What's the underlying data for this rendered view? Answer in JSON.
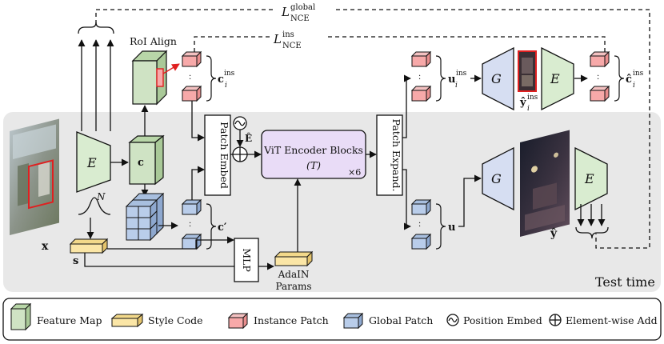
{
  "colors": {
    "feature_map": "#cfe3c4",
    "style_code": "#fbe6a6",
    "instance_patch": "#f7a9a9",
    "global_patch": "#b9cdea",
    "vit_block": "#e9dcf7",
    "generator": "#d6def2",
    "encoder_right": "#d9ecd0",
    "test_time_bg": "#e8e8e8"
  },
  "labels": {
    "loss_global": "L",
    "loss_global_sup": "global",
    "loss_global_sub": "NCE",
    "loss_ins": "L",
    "loss_ins_sup": "ins",
    "loss_ins_sub": "NCE",
    "roi_align": "RoI Align",
    "encoder_symbol": "E",
    "c": "c",
    "c_i_ins": "c",
    "c_i_ins_sub": "i",
    "c_i_ins_sup": "ins",
    "c_prime": "c′",
    "x": "x",
    "s": "s",
    "noise": "N",
    "patch_embed": "Patch Embed",
    "pos_embed_symbol": "Ê",
    "vit_line1": "ViT Encoder Blocks",
    "vit_line2": "(T)",
    "vit_repeat": "×6",
    "mlp": "MLP",
    "adain_line1": "AdaIN",
    "adain_line2": "Params",
    "patch_expand": "Patch Expand.",
    "u_ins": "u",
    "u_ins_sub": "i",
    "u_ins_sup": "ins",
    "u": "u",
    "generator_symbol": "G",
    "y_hat_i_ins": "ŷ",
    "y_hat_i_ins_sub": "i",
    "y_hat_i_ins_sup": "ins",
    "y_hat": "ŷ",
    "c_hat_i_ins": "ĉ",
    "c_hat_i_ins_sub": "i",
    "c_hat_i_ins_sup": "ins",
    "test_time": "Test time"
  },
  "legend": [
    {
      "key": "feature_map",
      "label": "Feature Map"
    },
    {
      "key": "style_code",
      "label": "Style Code"
    },
    {
      "key": "instance_patch",
      "label": "Instance Patch"
    },
    {
      "key": "global_patch",
      "label": "Global Patch"
    },
    {
      "key": "position_embed",
      "label": "Position Embed"
    },
    {
      "key": "element_add",
      "label": "Element-wise Add"
    }
  ]
}
